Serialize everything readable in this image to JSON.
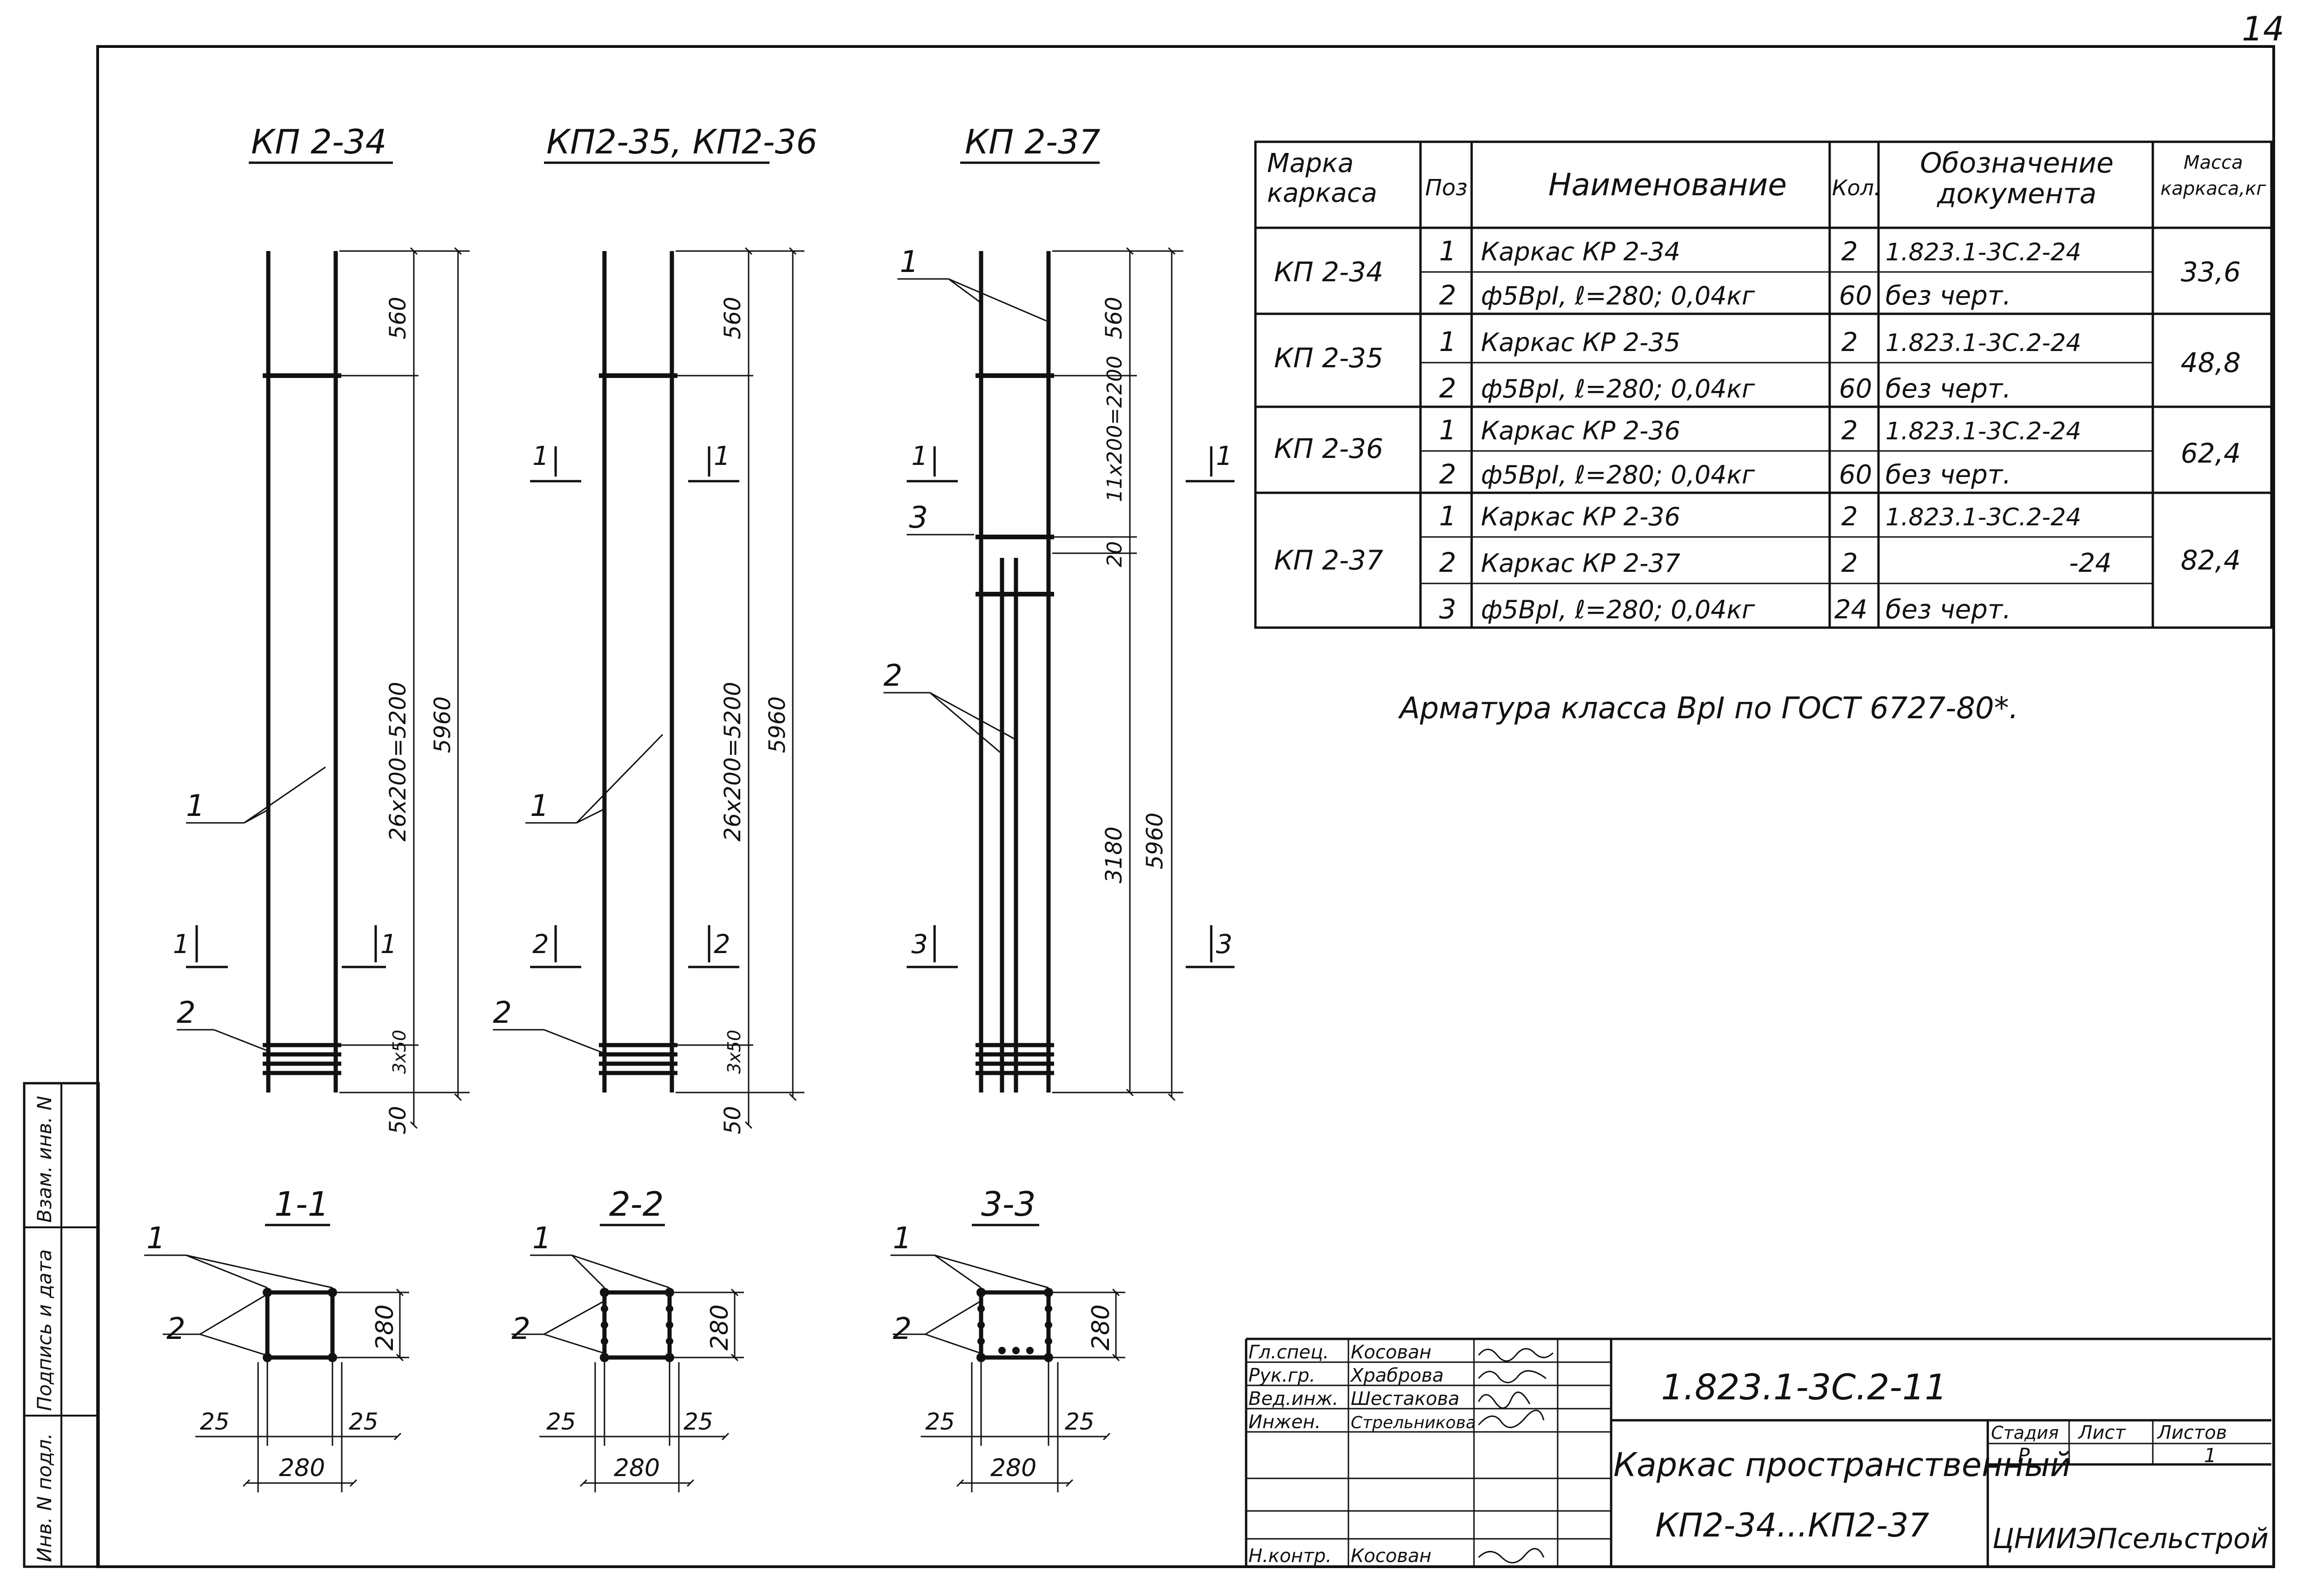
{
  "page_number": "14",
  "drawing_titles": [
    "КП 2-34",
    "КП2-35, КП2-36",
    "КП 2-37"
  ],
  "section_titles": [
    "1-1",
    "2-2",
    "3-3"
  ],
  "dimensions": {
    "top_segment": "560",
    "spacing_26": "26х200=5200",
    "total_length": "5960",
    "end_spacing": "3х50",
    "end_offset": "50",
    "spacing_11": "11х200=2200",
    "gap_20": "20",
    "lower_segment": "3180",
    "section_height": "280",
    "section_width": "280",
    "section_offset": "25"
  },
  "callouts": {
    "c1": "1",
    "c2": "2",
    "c3": "3"
  },
  "section_marks": {
    "s1": "1",
    "s2": "2",
    "s3": "3"
  },
  "spec_table": {
    "headers": {
      "mark": "Марка каркаса",
      "pos": "Поз",
      "name": "Наименование",
      "qty": "Кол.",
      "doc": "Обозначение документа",
      "mass": "Масса каркаса,кг"
    },
    "groups": [
      {
        "mark": "КП 2-34",
        "mass": "33,6",
        "rows": [
          {
            "pos": "1",
            "name": "Каркас КР 2-34",
            "qty": "2",
            "doc": "1.823.1-3С.2-24"
          },
          {
            "pos": "2",
            "name": "ф5ВрI, ℓ=280; 0,04кг",
            "qty": "60",
            "doc": "без черт."
          }
        ]
      },
      {
        "mark": "КП 2-35",
        "mass": "48,8",
        "rows": [
          {
            "pos": "1",
            "name": "Каркас КР 2-35",
            "qty": "2",
            "doc": "1.823.1-3С.2-24"
          },
          {
            "pos": "2",
            "name": "ф5ВрI, ℓ=280; 0,04кг",
            "qty": "60",
            "doc": "без черт."
          }
        ]
      },
      {
        "mark": "КП 2-36",
        "mass": "62,4",
        "rows": [
          {
            "pos": "1",
            "name": "Каркас КР 2-36",
            "qty": "2",
            "doc": "1.823.1-3С.2-24"
          },
          {
            "pos": "2",
            "name": "ф5ВрI, ℓ=280; 0,04кг",
            "qty": "60",
            "doc": "без черт."
          }
        ]
      },
      {
        "mark": "КП 2-37",
        "mass": "82,4",
        "rows": [
          {
            "pos": "1",
            "name": "Каркас КР 2-36",
            "qty": "2",
            "doc": "1.823.1-3С.2-24"
          },
          {
            "pos": "2",
            "name": "Каркас КР 2-37",
            "qty": "2",
            "doc": "-24"
          },
          {
            "pos": "3",
            "name": "ф5ВрI, ℓ=280; 0,04кг",
            "qty": "24",
            "doc": "без черт."
          }
        ]
      }
    ]
  },
  "note": "Арматура класса ВрI по ГОСТ 6727-80*.",
  "side_stamp": [
    "Инв. N подл.",
    "Подпись и дата",
    "Взам. инв. N"
  ],
  "title_block": {
    "signatures": [
      {
        "role": "Гл.спец.",
        "name": "Косован"
      },
      {
        "role": "Рук.гр.",
        "name": "Храброва"
      },
      {
        "role": "Вед.инж.",
        "name": "Шестакова"
      },
      {
        "role": "Инжен.",
        "name": "Стрельникова"
      },
      {
        "role": "",
        "name": ""
      },
      {
        "role": "",
        "name": ""
      },
      {
        "role": "Н.контр.",
        "name": "Косован"
      }
    ],
    "document_code": "1.823.1-3С.2-11",
    "title_line1": "Каркас пространственный",
    "title_line2": "КП2-34...КП2-37",
    "stage_label": "Стадия",
    "sheet_label": "Лист",
    "sheets_label": "Листов",
    "stage": "Р",
    "sheets": "1",
    "organization": "ЦНИИЭПсельстрой"
  }
}
